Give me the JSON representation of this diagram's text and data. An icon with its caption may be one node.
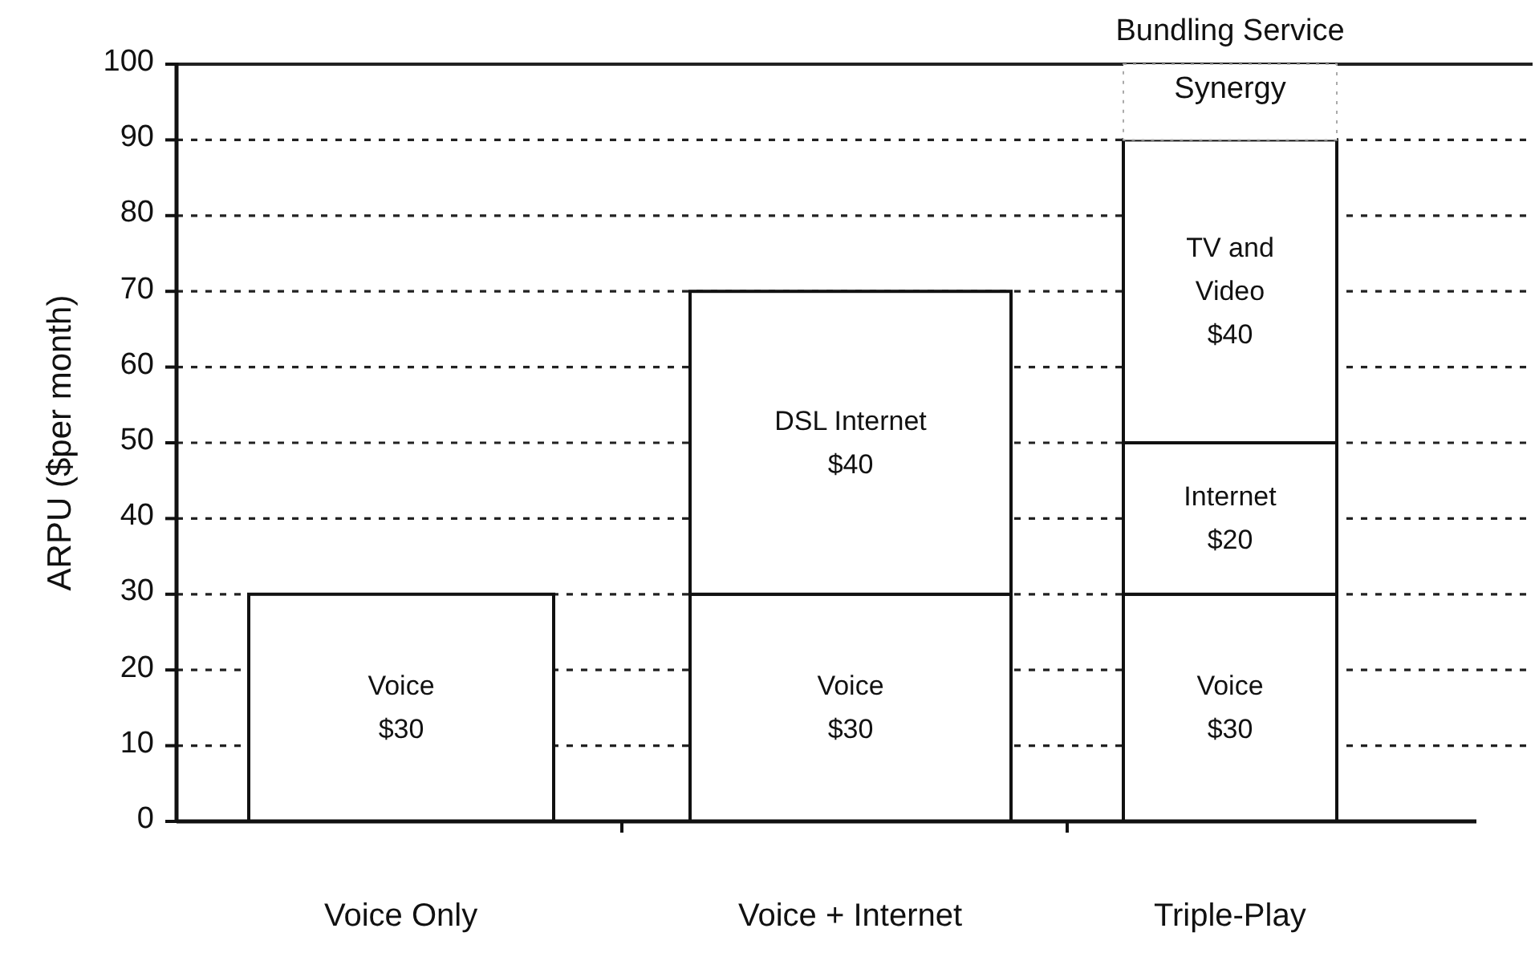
{
  "diagram": {
    "chart_data": {
      "type": "bar",
      "stacked": true,
      "orientation": "vertical",
      "ylabel": "ARPU ($per month)",
      "categories": [
        "Voice Only",
        "Voice + Internet",
        "Triple-Play"
      ],
      "series": [
        {
          "color": "#ffffff",
          "values": [
            30,
            30,
            30
          ]
        },
        {
          "color": "#ffffff",
          "values": [
            null,
            40,
            null
          ]
        },
        {
          "color": "#ffffff",
          "values": [
            null,
            null,
            20
          ]
        },
        {
          "color": "#ffffff",
          "values": [
            null,
            null,
            40
          ]
        },
        {
          "color": "#ffffff",
          "values": [
            null,
            null,
            10
          ]
        }
      ],
      "ylim": [
        0,
        100
      ],
      "grid": true,
      "yticks": [
        0,
        10,
        20,
        30,
        40,
        50,
        60,
        70,
        80,
        90,
        100
      ],
      "annotations": [
        "Voice $30",
        "Voice $30",
        "DSL Internet $40",
        "Voice $30",
        "Internet $20",
        "TV and Video $40",
        "Bundling Service Synergy"
      ]
    }
  }
}
